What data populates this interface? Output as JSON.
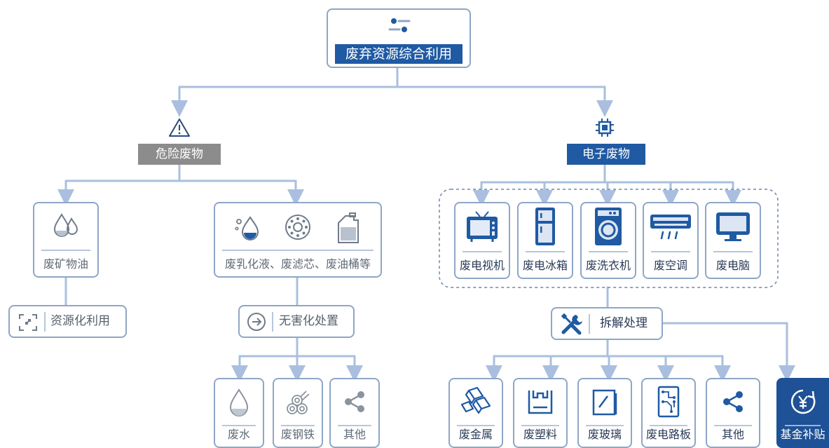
{
  "root": {
    "title": "废弃资源综合利用",
    "icon": "sliders-icon"
  },
  "hazardous": {
    "title": "危险废物",
    "icon": "warning-icon",
    "mineral_oil": {
      "label": "废矿物油",
      "icon": "drops-icon"
    },
    "mixed": {
      "label": "废乳化液、废滤芯、废油桶等",
      "icons": [
        "drops-icon",
        "filter-icon",
        "oil-can-icon"
      ]
    },
    "reuse": {
      "label": "资源化利用",
      "icon": "expand-icon"
    },
    "harmless": {
      "label": "无害化处置",
      "icon": "arrow-circle-icon"
    },
    "outputs": [
      {
        "label": "废水",
        "icon": "water-drop-icon"
      },
      {
        "label": "废钢铁",
        "icon": "steel-pipes-icon"
      },
      {
        "label": "其他",
        "icon": "share-icon"
      }
    ]
  },
  "electronic": {
    "title": "电子废物",
    "icon": "chip-icon",
    "items": [
      {
        "label": "废电视机",
        "icon": "tv-icon"
      },
      {
        "label": "废电冰箱",
        "icon": "fridge-icon"
      },
      {
        "label": "废洗衣机",
        "icon": "washer-icon"
      },
      {
        "label": "废空调",
        "icon": "air-conditioner-icon"
      },
      {
        "label": "废电脑",
        "icon": "monitor-icon"
      }
    ],
    "dismantle": {
      "label": "拆解处理",
      "icon": "tools-icon"
    },
    "outputs": [
      {
        "label": "废金属",
        "icon": "metal-bars-icon"
      },
      {
        "label": "废塑料",
        "icon": "plastic-icon"
      },
      {
        "label": "废玻璃",
        "icon": "glass-icon"
      },
      {
        "label": "废电路板",
        "icon": "circuit-board-icon"
      },
      {
        "label": "其他",
        "icon": "share-icon"
      }
    ],
    "fund": {
      "label": "基金补贴",
      "icon": "yen-icon"
    }
  },
  "colors": {
    "accent": "#1f5aa3",
    "line": "#aabfdf",
    "border": "#8fa6c6",
    "gray": "#8c8c8c",
    "dark_blue": "#1e5195"
  }
}
